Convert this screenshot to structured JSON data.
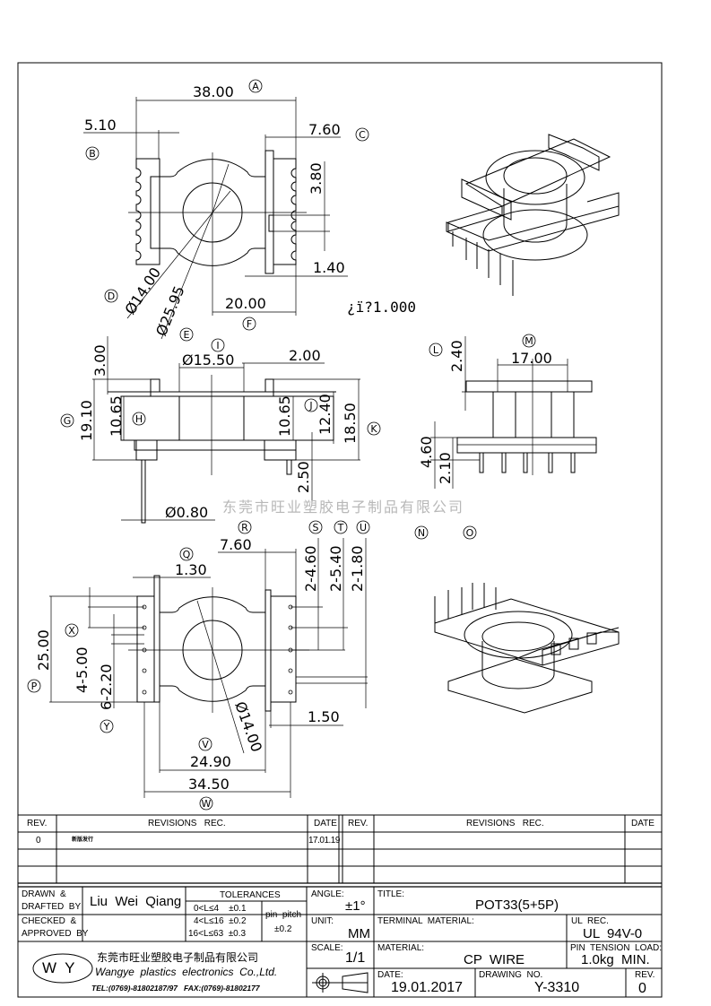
{
  "watermark": "东莞市旺业塑胶电子制品有限公司",
  "callouts": {
    "A": "A",
    "B": "B",
    "C": "C",
    "D": "D",
    "E": "E",
    "F": "F",
    "G": "G",
    "H": "H",
    "I": "I",
    "J": "J",
    "K": "K",
    "L": "L",
    "M": "M",
    "N": "N",
    "O": "O",
    "P": "P",
    "Q": "Q",
    "R": "R",
    "S": "S",
    "T": "T",
    "U": "U",
    "V": "V",
    "W": "W",
    "X": "X",
    "Y": "Y"
  },
  "view_top": {
    "w38": "38.00",
    "w5_10": "5.10",
    "w7_60": "7.60",
    "h3_80": "3.80",
    "w1_40": "1.40",
    "w20": "20.00",
    "d14": "Ø14.00",
    "d25": "Ø25.95",
    "note": "¿ï?1.000"
  },
  "view_side": {
    "h3_00": "3.00",
    "d15_50": "Ø15.50",
    "w2_00": "2.00",
    "h19_10": "19.10",
    "h10_65a": "10.65",
    "h10_65b": "10.65",
    "h12_40": "12.40",
    "h18_50": "18.50",
    "h2_50": "2.50",
    "d0_80": "Ø0.80"
  },
  "view_right": {
    "h2_40": "2.40",
    "w17": "17.00",
    "h4_60": "4.60",
    "h2_10": "2.10"
  },
  "view_bottom": {
    "w1_30": "1.30",
    "w7_60": "7.60",
    "s": "2-4.60",
    "t": "2-5.40",
    "u": "2-1.80",
    "h25": "25.00",
    "x": "4-5.00",
    "y": "6-2.20",
    "w1_50": "1.50",
    "d14": "Ø14.00",
    "w24_90": "24.90",
    "w34_50": "34.50"
  },
  "revisions": {
    "headers": {
      "rev": "REV.",
      "rec": "REVISIONS   REC.",
      "date": "DATE"
    },
    "rows": [
      {
        "rev": "0",
        "rec": "新版发行",
        "date": "17.01.19"
      }
    ]
  },
  "title_block": {
    "drawn_label_1": "DRAWN  &",
    "drawn_label_2": "DRAFTED  BY",
    "drawn_by": "Liu  Wei  Qiang",
    "checked_label_1": "CHECKED  &",
    "checked_label_2": "APPROVED  BY",
    "tolerances_label": "TOLERANCES",
    "tol_1": "0<L≤4    ±0.1",
    "tol_2": "4<L≤16  ±0.2",
    "tol_3": "16<L≤63  ±0.3",
    "pin_pitch_label": "pin  pitch",
    "pin_pitch_value": "±0.2",
    "angle_label": "ANGLE:",
    "angle_value": "±1°",
    "unit_label": "UNIT:",
    "unit_value": "MM",
    "scale_label": "SCALE:",
    "scale_value": "1/1",
    "title_label": "TITLE:",
    "title_value": "POT33(5+5P)",
    "terminal_label": "TERMINAL  MATERIAL:",
    "ul_label": "UL  REC.",
    "ul_value": "UL  94V-0",
    "material_label": "MATERIAL:",
    "material_value": "CP  WIRE",
    "pin_tension_label": "PIN  TENSION  LOAD:",
    "pin_tension_value": "1.0kg  MIN.",
    "date_label": "DATE:",
    "date_value": "19.01.2017",
    "drawing_no_label": "DRAWING  NO.",
    "drawing_no_value": "Y-3310",
    "rev_label": "REV.",
    "rev_value": "0",
    "logo": "W  Y",
    "company_cn": "东莞市旺业塑胶电子制品有限公司",
    "company_en": "Wangye  plastics  electronics  Co.,Ltd.",
    "contact": "TEL:(0769)-81802187/97   FAX:(0769)-81802177"
  }
}
